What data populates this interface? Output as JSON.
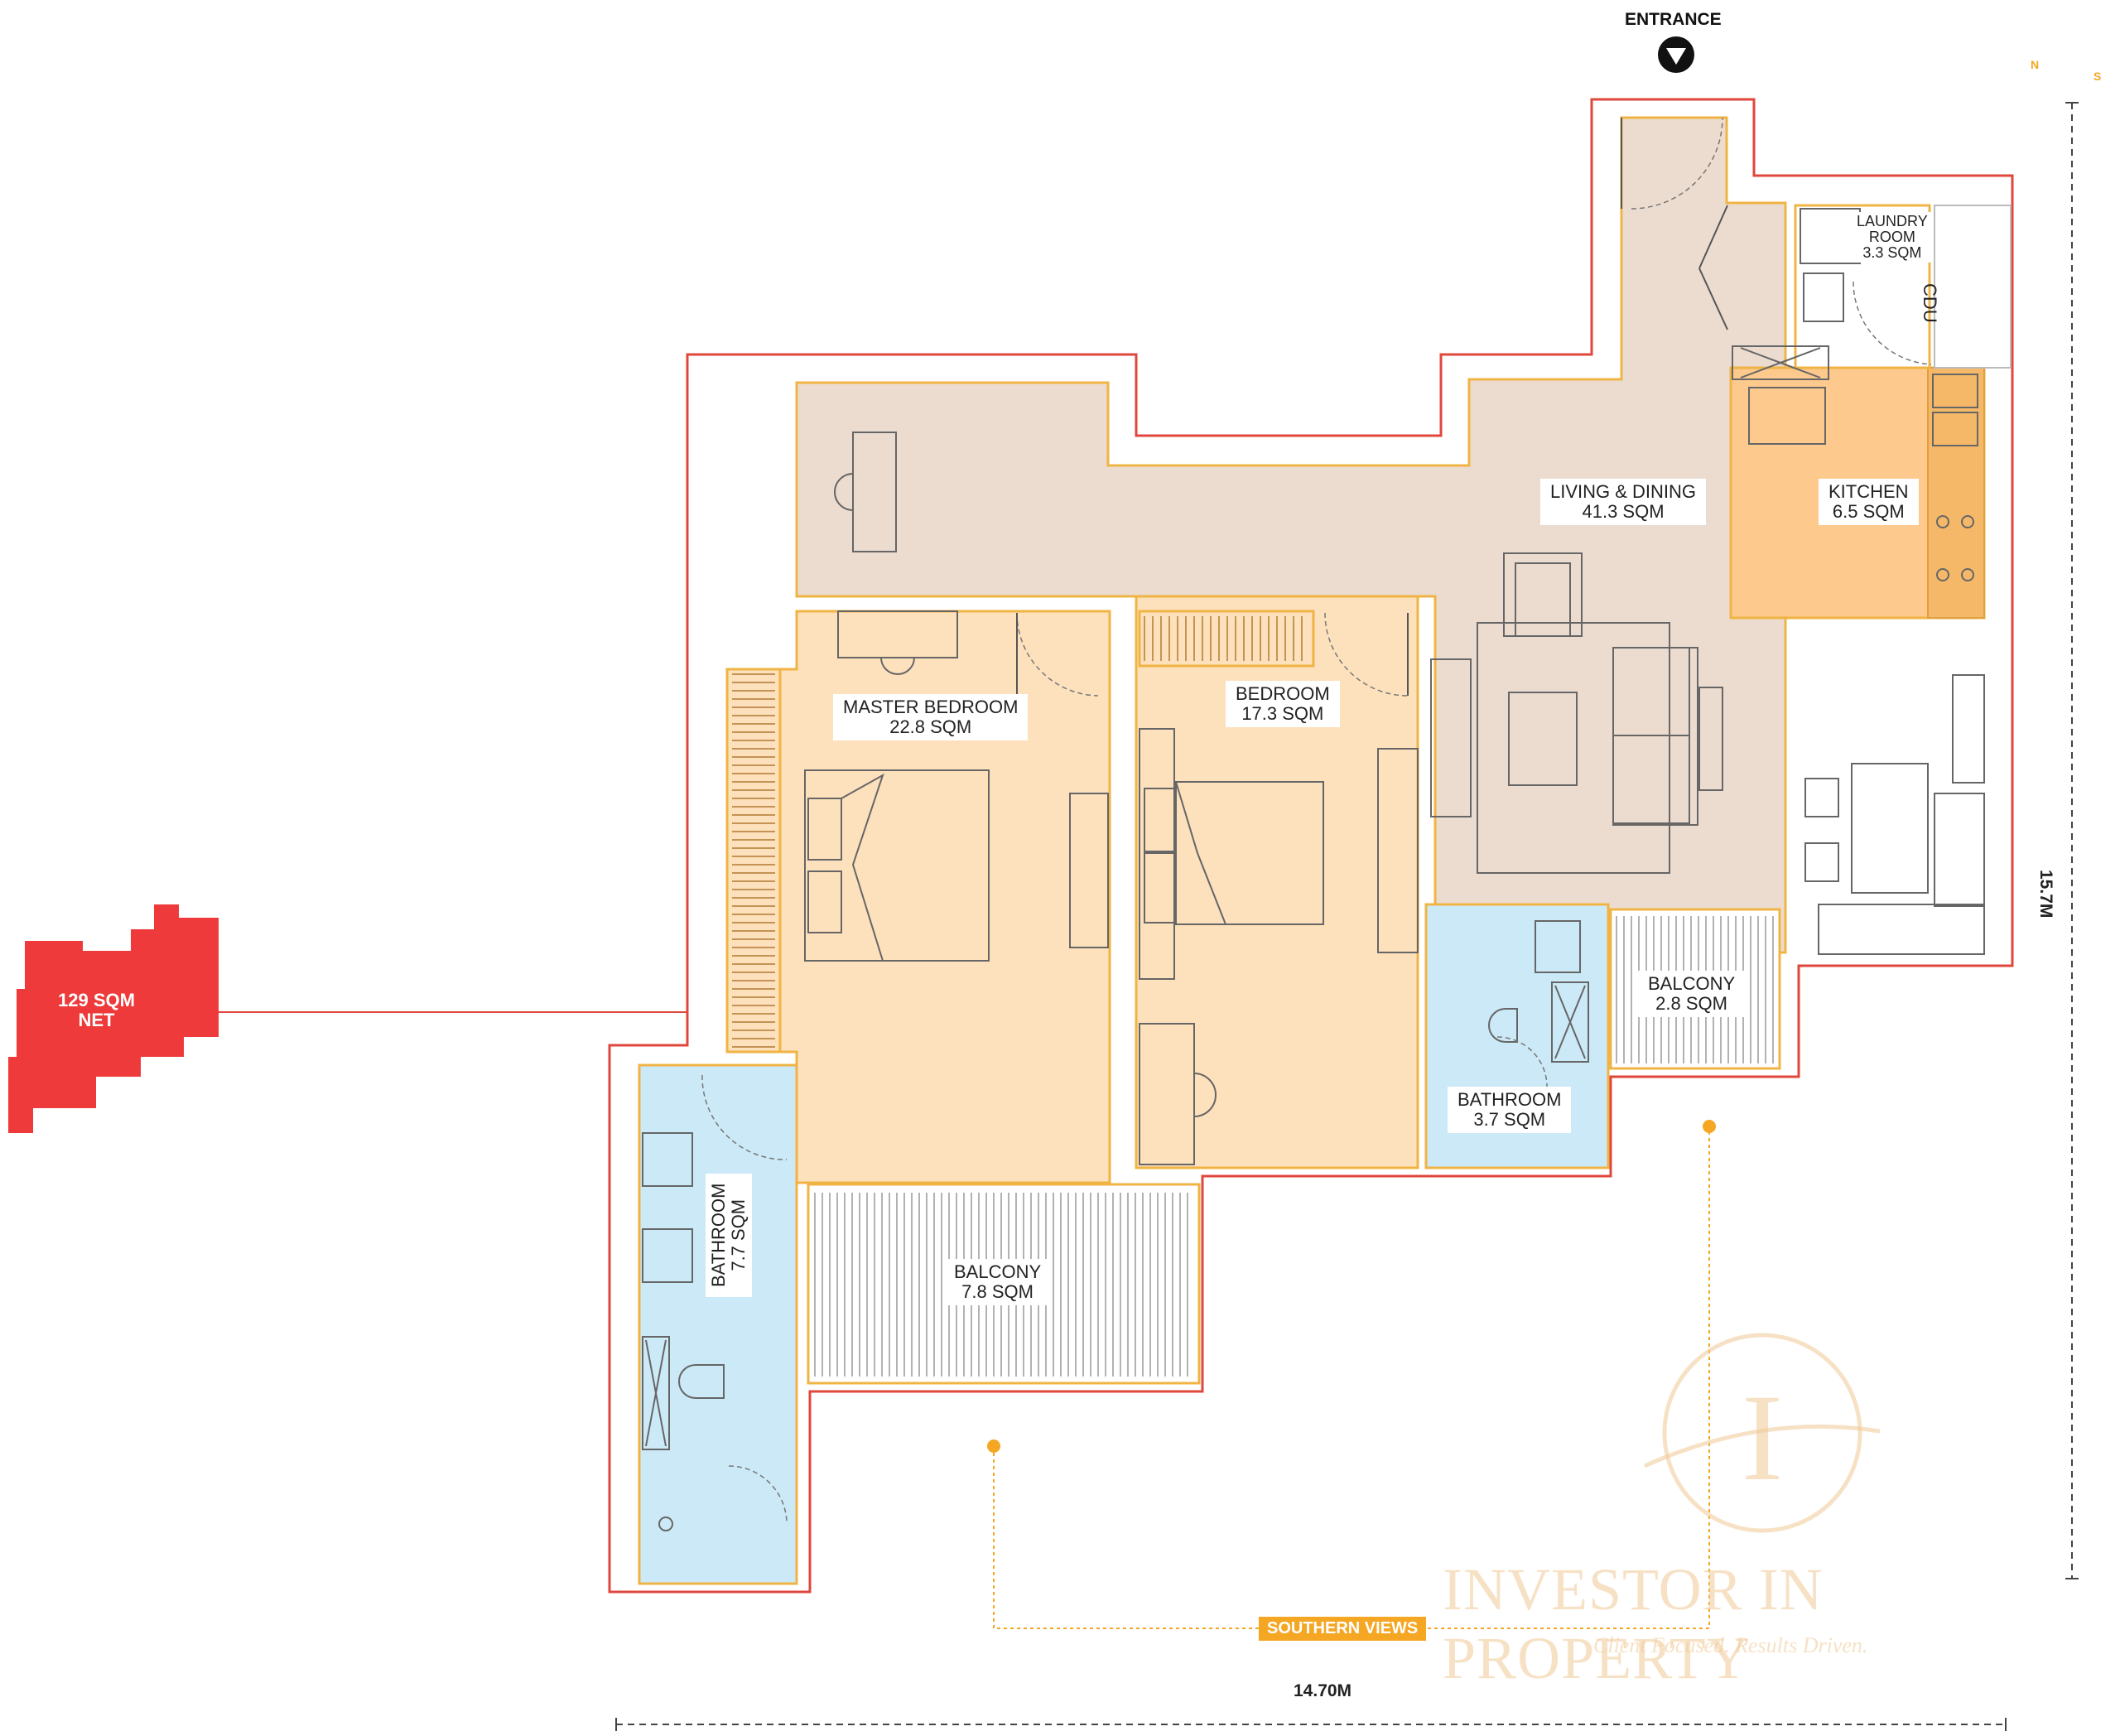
{
  "entrance": "ENTRANCE",
  "compass": {
    "n": "N",
    "s": "S"
  },
  "net_area": {
    "line1": "129 SQM",
    "line2": "NET"
  },
  "rooms": {
    "laundry": {
      "l1": "LAUNDRY",
      "l2": "ROOM",
      "l3": "3.3 SQM"
    },
    "cdu": "CDU",
    "living": {
      "name": "LIVING & DINING",
      "area": "41.3 SQM"
    },
    "kitchen": {
      "name": "KITCHEN",
      "area": "6.5 SQM"
    },
    "master": {
      "name": "MASTER BEDROOM",
      "area": "22.8  SQM"
    },
    "bedroom": {
      "name": "BEDROOM",
      "area": "17.3  SQM"
    },
    "balcony_small": {
      "name": "BALCONY",
      "area": "2.8 SQM"
    },
    "bathroom_small": {
      "name": "BATHROOM",
      "area": "3.7 SQM"
    },
    "bathroom_master": {
      "name": "BATHROOM",
      "area": "7.7 SQM"
    },
    "balcony_large": {
      "name": "BALCONY",
      "area": "7.8 SQM"
    }
  },
  "views": "SOUTHERN VIEWS",
  "dimensions": {
    "width": "14.70M",
    "height": "15.7M"
  },
  "watermark": {
    "name": "INVESTOR IN PROPERTY",
    "tagline": "Client Focused. Results Driven.",
    "logo_letter": "I"
  },
  "colors": {
    "outline": "#e0473c",
    "wall": "#f0b445",
    "living": "#ecdcd0",
    "bedroom": "#fde0bc",
    "kitchen": "#fdc98c",
    "bath": "#cbe9f7",
    "accent": "#f5a623",
    "net": "#ee3a3a"
  }
}
